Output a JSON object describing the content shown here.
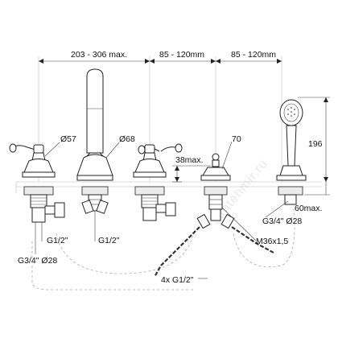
{
  "dimensions": {
    "span1": "203 - 306 max.",
    "span2": "85 - 120mm",
    "span3": "85 - 120mm",
    "height_handshower": "196",
    "deck_height": "38max.",
    "below_deck": "60max."
  },
  "callouts": {
    "dia_handle": "Ø57",
    "dia_spout": "Ø68",
    "dia_base": "70",
    "thread_left_tail": "G1/2\"",
    "thread_spout_tail": "G1/2\"",
    "left_pipe": "G3/4\" Ø28",
    "right_pipe": "G3/4\" Ø28",
    "diverter_thread": "M36x1,5",
    "hoses": "4x G1/2\""
  },
  "watermark": "santehmir.ru",
  "colors": {
    "line": "#222222",
    "hatch": "#ececec",
    "watermark": "#e8e8e8"
  }
}
